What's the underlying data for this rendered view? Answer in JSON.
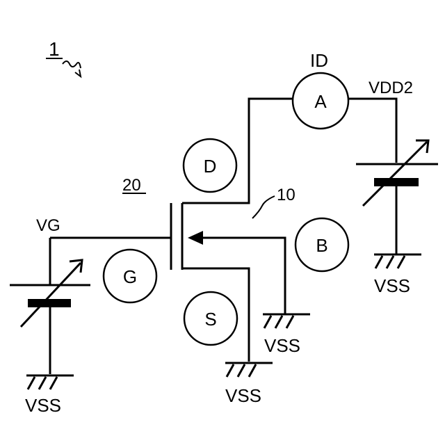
{
  "figure": {
    "ref_numeral": "1",
    "transistor_ref": "20",
    "channel_ref": "10"
  },
  "nodes": {
    "vg": "VG",
    "id": "ID",
    "vdd2": "VDD2"
  },
  "terminals": {
    "drain": "D",
    "gate": "G",
    "source": "S",
    "body": "B",
    "ammeter": "A"
  },
  "grounds": {
    "gate_ground": "VSS",
    "source_ground": "VSS",
    "body_ground": "VSS",
    "drain_supply_ground": "VSS"
  }
}
